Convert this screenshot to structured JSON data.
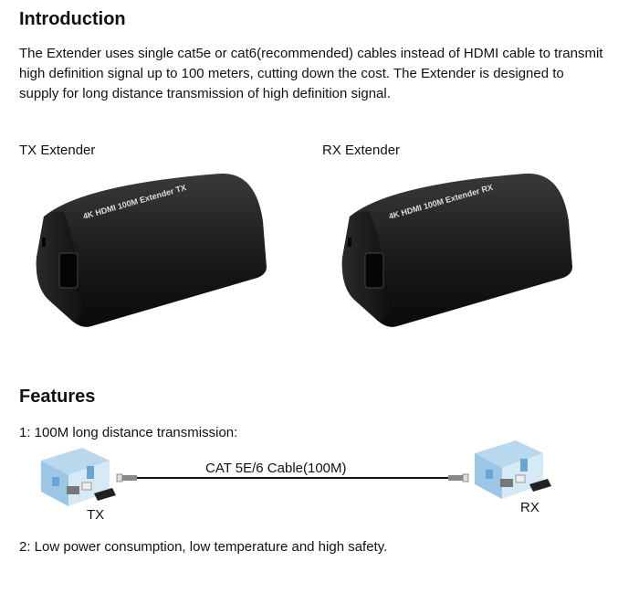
{
  "introduction": {
    "heading": "Introduction",
    "paragraph": "The Extender uses single cat5e or cat6(recommended) cables instead of HDMI cable to transmit high definition signal up to 100 meters, cutting down the cost. The Extender is designed to supply for long distance transmission of high definition signal."
  },
  "devices": {
    "tx": {
      "caption": "TX Extender",
      "label": "4K HDMI 100M Extender TX"
    },
    "rx": {
      "caption": "RX Extender",
      "label": "4K HDMI 100M Extender RX"
    }
  },
  "features": {
    "heading": "Features",
    "items": [
      "1: 100M long distance transmission:",
      "2: Low power consumption, low temperature and high safety."
    ],
    "diagram": {
      "cable_label": "CAT 5E/6 Cable(100M)",
      "left_label": "TX",
      "right_label": "RX"
    }
  }
}
